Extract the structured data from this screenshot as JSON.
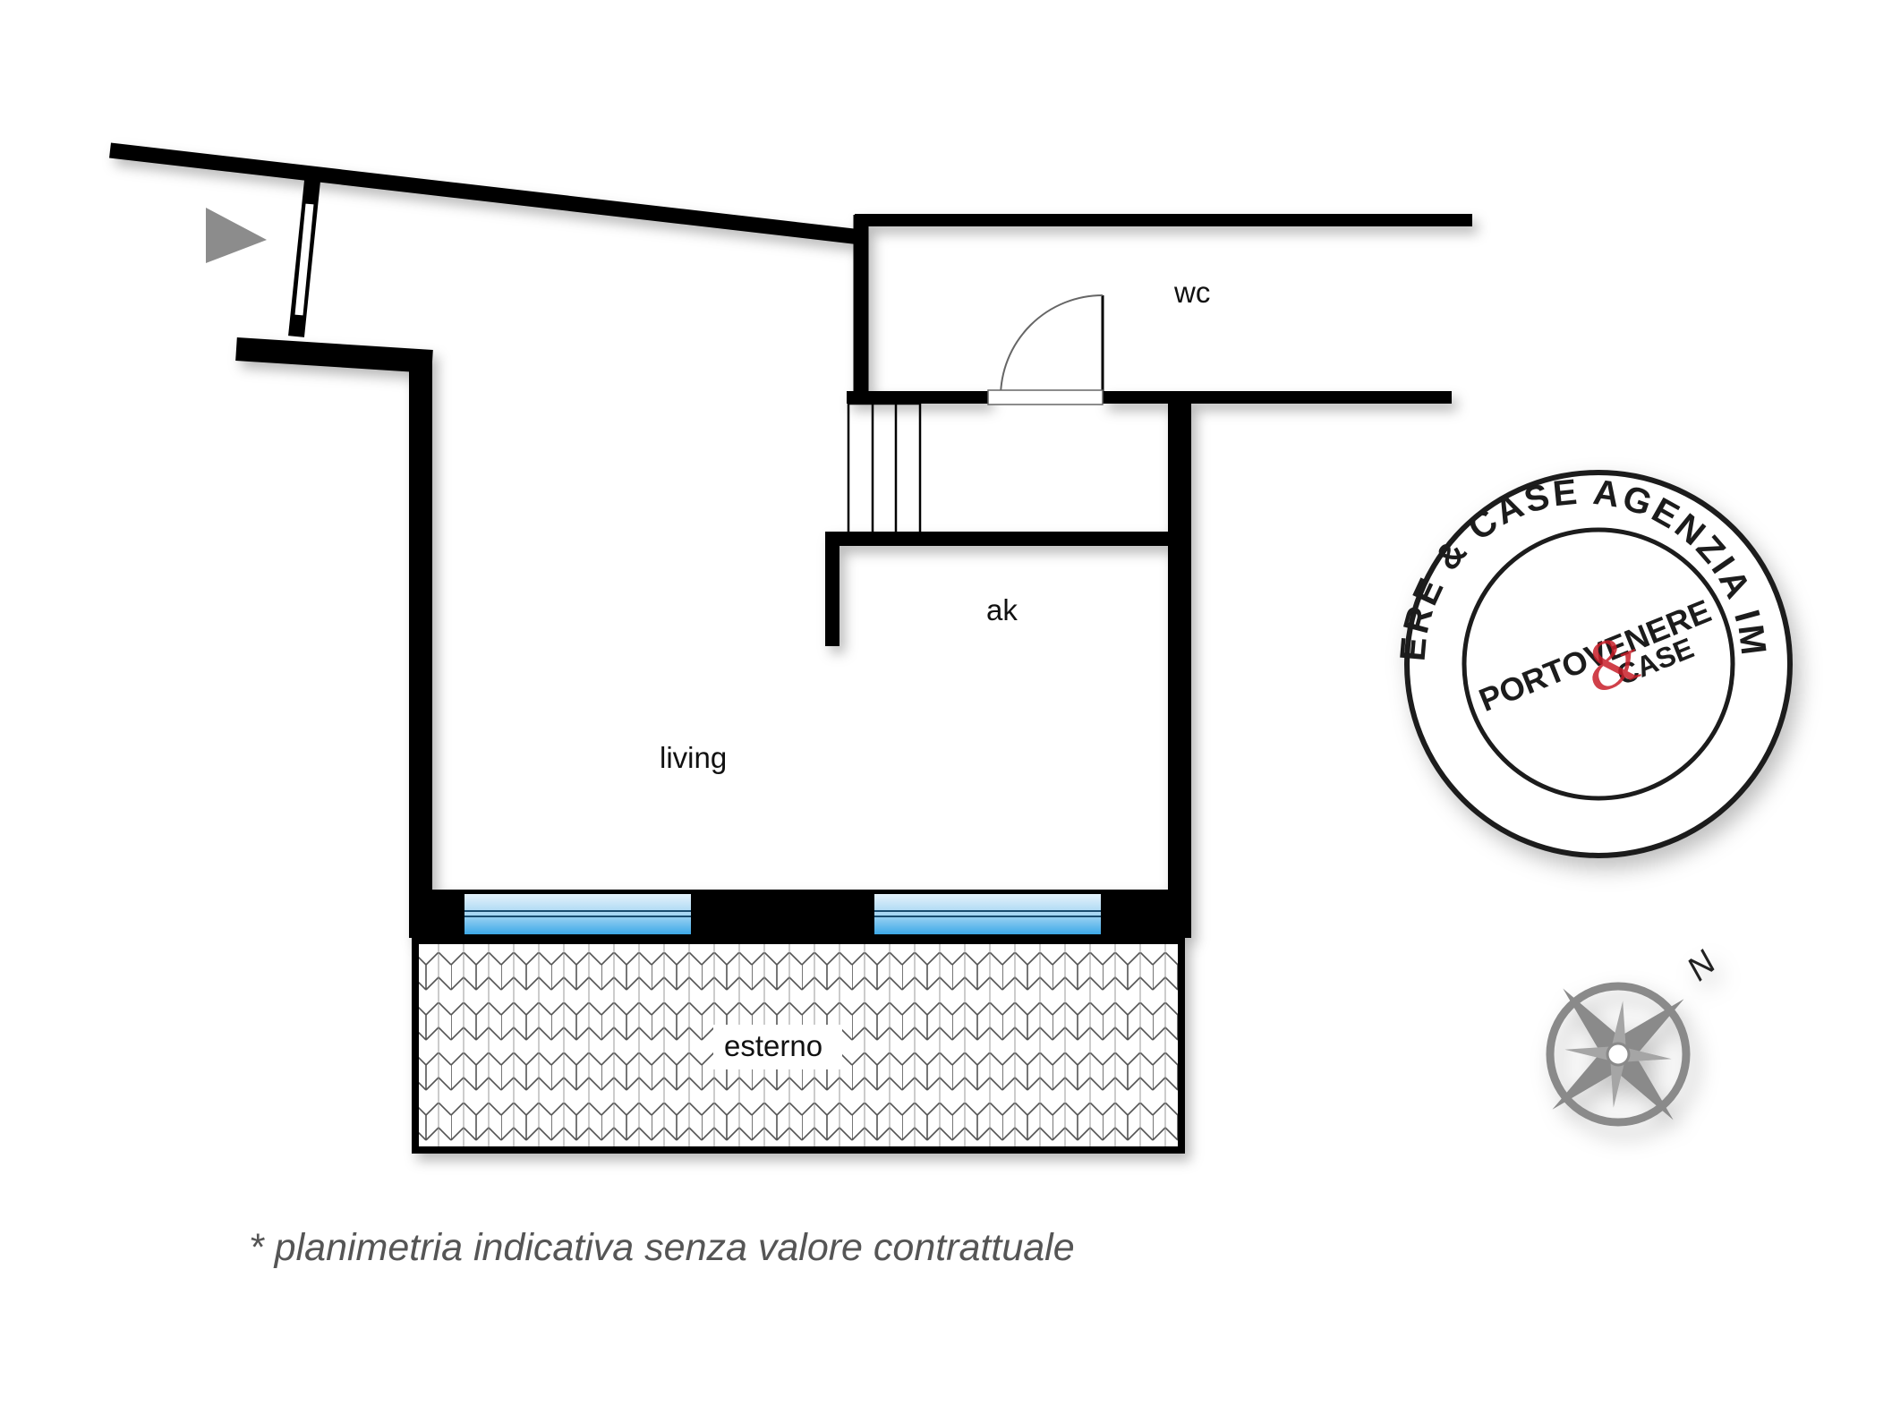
{
  "rooms": {
    "wc": "wc",
    "ak": "ak",
    "living": "living",
    "esterno": "esterno"
  },
  "disclaimer": "* planimetria indicativa senza valore contrattuale",
  "stamp": {
    "ring_text": "PORTOVENERE & CASE AGENZIA IMMOBILIARE",
    "logo_line1": "PORTOVENERE",
    "logo_line2": "CASE",
    "logo_ampersand": "&",
    "ink_color": "#1a1a1a",
    "accent_color": "#c8202a"
  },
  "compass": {
    "north_label": "N",
    "color": "#8a8a8a"
  },
  "icons": {
    "entrance": "entrance-arrow-icon",
    "compass": "compass-rose-icon"
  }
}
